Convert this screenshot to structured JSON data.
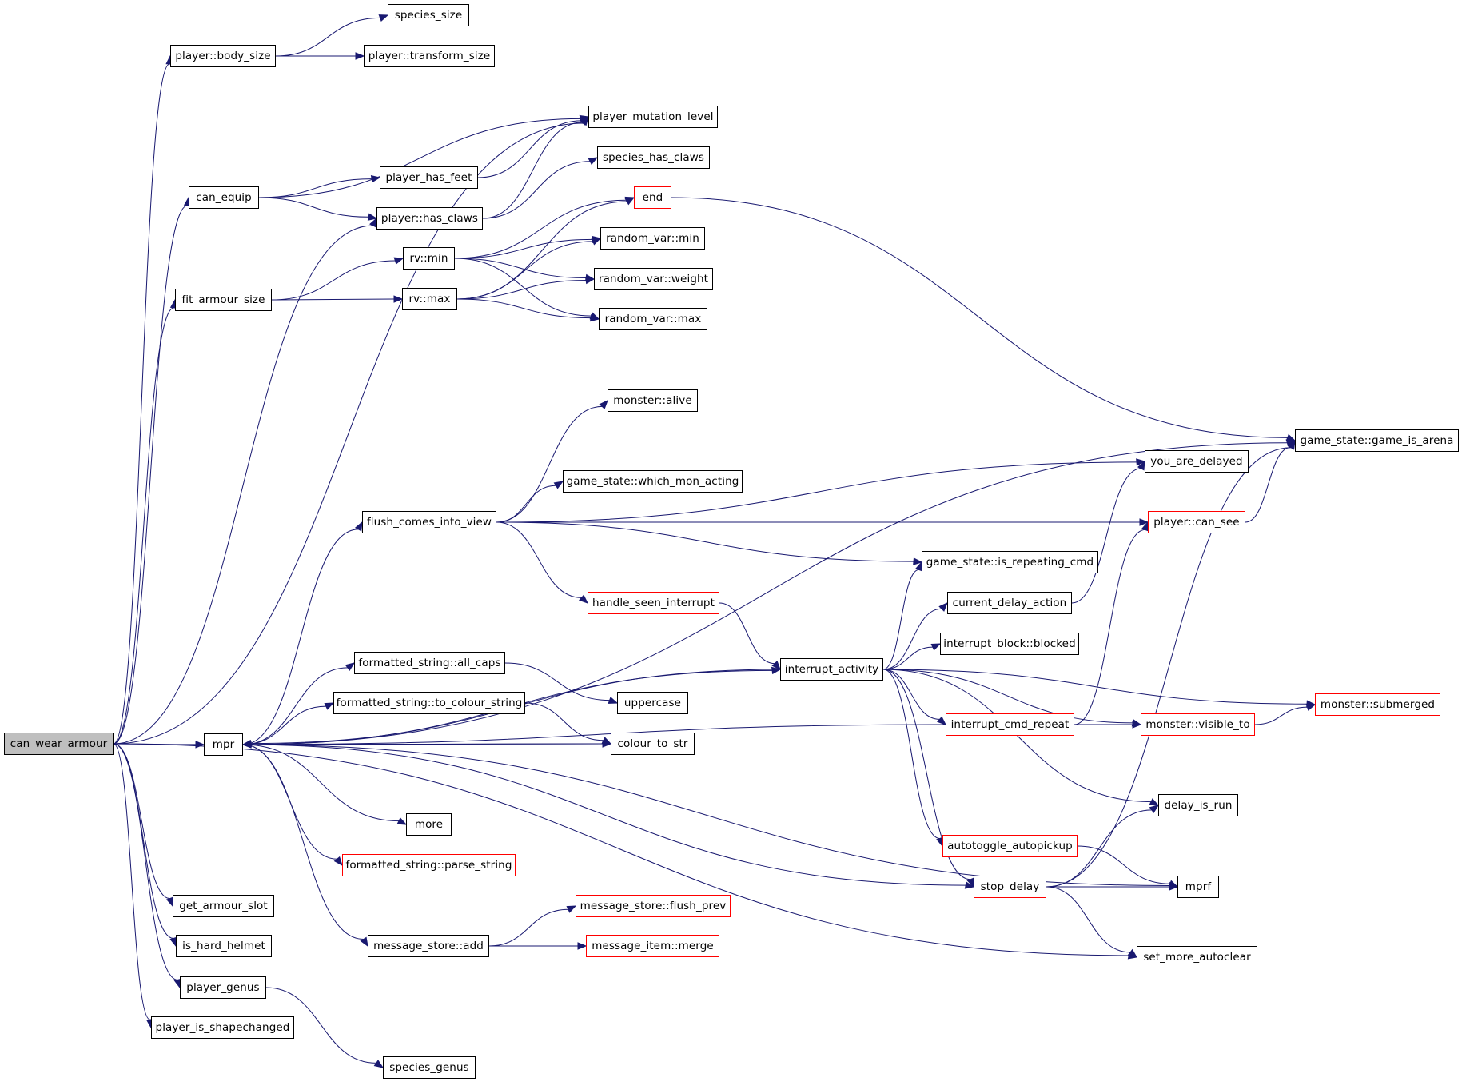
{
  "diagram": {
    "type": "call-graph",
    "root": "can_wear_armour",
    "colors": {
      "edge": "#191970",
      "node_border": "#000000",
      "truncated_border": "#ff0000",
      "root_fill": "#bfbfbf"
    },
    "nodes": [
      {
        "id": "can_wear_armour",
        "label": "can_wear_armour",
        "style": "root"
      },
      {
        "id": "species_size",
        "label": "species_size",
        "style": "normal"
      },
      {
        "id": "player_body_size",
        "label": "player::body_size",
        "style": "normal"
      },
      {
        "id": "player_transform_size",
        "label": "player::transform_size",
        "style": "normal"
      },
      {
        "id": "player_mutation_level",
        "label": "player_mutation_level",
        "style": "normal"
      },
      {
        "id": "species_has_claws",
        "label": "species_has_claws",
        "style": "normal"
      },
      {
        "id": "can_equip",
        "label": "can_equip",
        "style": "normal"
      },
      {
        "id": "player_has_feet",
        "label": "player_has_feet",
        "style": "normal"
      },
      {
        "id": "player_has_claws",
        "label": "player::has_claws",
        "style": "normal"
      },
      {
        "id": "end",
        "label": "end",
        "style": "truncated"
      },
      {
        "id": "rv_min",
        "label": "rv::min",
        "style": "normal"
      },
      {
        "id": "random_var_min",
        "label": "random_var::min",
        "style": "normal"
      },
      {
        "id": "rv_max",
        "label": "rv::max",
        "style": "normal"
      },
      {
        "id": "random_var_weight",
        "label": "random_var::weight",
        "style": "normal"
      },
      {
        "id": "random_var_max",
        "label": "random_var::max",
        "style": "normal"
      },
      {
        "id": "fit_armour_size",
        "label": "fit_armour_size",
        "style": "normal"
      },
      {
        "id": "monster_alive",
        "label": "monster::alive",
        "style": "normal"
      },
      {
        "id": "game_is_arena",
        "label": "game_state::game_is_arena",
        "style": "normal"
      },
      {
        "id": "you_are_delayed",
        "label": "you_are_delayed",
        "style": "normal"
      },
      {
        "id": "which_mon_acting",
        "label": "game_state::which_mon_acting",
        "style": "normal"
      },
      {
        "id": "flush_comes_into_view",
        "label": "flush_comes_into_view",
        "style": "normal"
      },
      {
        "id": "player_can_see",
        "label": "player::can_see",
        "style": "truncated"
      },
      {
        "id": "is_repeating_cmd",
        "label": "game_state::is_repeating_cmd",
        "style": "normal"
      },
      {
        "id": "handle_seen_interrupt",
        "label": "handle_seen_interrupt",
        "style": "truncated"
      },
      {
        "id": "current_delay_action",
        "label": "current_delay_action",
        "style": "normal"
      },
      {
        "id": "interrupt_block_blocked",
        "label": "interrupt_block::blocked",
        "style": "normal"
      },
      {
        "id": "fs_all_caps",
        "label": "formatted_string::all_caps",
        "style": "normal"
      },
      {
        "id": "interrupt_activity",
        "label": "interrupt_activity",
        "style": "normal"
      },
      {
        "id": "uppercase",
        "label": "uppercase",
        "style": "normal"
      },
      {
        "id": "fs_to_colour_string",
        "label": "formatted_string::to_colour_string",
        "style": "normal"
      },
      {
        "id": "monster_submerged",
        "label": "monster::submerged",
        "style": "truncated"
      },
      {
        "id": "interrupt_cmd_repeat",
        "label": "interrupt_cmd_repeat",
        "style": "truncated"
      },
      {
        "id": "monster_visible_to",
        "label": "monster::visible_to",
        "style": "truncated"
      },
      {
        "id": "mpr",
        "label": "mpr",
        "style": "normal"
      },
      {
        "id": "colour_to_str",
        "label": "colour_to_str",
        "style": "normal"
      },
      {
        "id": "more",
        "label": "more",
        "style": "normal"
      },
      {
        "id": "delay_is_run",
        "label": "delay_is_run",
        "style": "normal"
      },
      {
        "id": "fs_parse_string",
        "label": "formatted_string::parse_string",
        "style": "truncated"
      },
      {
        "id": "autotoggle_autopickup",
        "label": "autotoggle_autopickup",
        "style": "truncated"
      },
      {
        "id": "stop_delay",
        "label": "stop_delay",
        "style": "truncated"
      },
      {
        "id": "mprf",
        "label": "mprf",
        "style": "normal"
      },
      {
        "id": "get_armour_slot",
        "label": "get_armour_slot",
        "style": "normal"
      },
      {
        "id": "ms_flush_prev",
        "label": "message_store::flush_prev",
        "style": "truncated"
      },
      {
        "id": "is_hard_helmet",
        "label": "is_hard_helmet",
        "style": "normal"
      },
      {
        "id": "ms_add",
        "label": "message_store::add",
        "style": "normal"
      },
      {
        "id": "mi_merge",
        "label": "message_item::merge",
        "style": "truncated"
      },
      {
        "id": "set_more_autoclear",
        "label": "set_more_autoclear",
        "style": "normal"
      },
      {
        "id": "player_genus",
        "label": "player_genus",
        "style": "normal"
      },
      {
        "id": "player_is_shapechanged",
        "label": "player_is_shapechanged",
        "style": "normal"
      },
      {
        "id": "species_genus",
        "label": "species_genus",
        "style": "normal"
      }
    ],
    "edges": [
      [
        "can_wear_armour",
        "player_body_size"
      ],
      [
        "can_wear_armour",
        "player_mutation_level"
      ],
      [
        "can_wear_armour",
        "can_equip"
      ],
      [
        "can_wear_armour",
        "player_has_claws"
      ],
      [
        "can_wear_armour",
        "fit_armour_size"
      ],
      [
        "can_wear_armour",
        "mpr"
      ],
      [
        "can_wear_armour",
        "get_armour_slot"
      ],
      [
        "can_wear_armour",
        "is_hard_helmet"
      ],
      [
        "can_wear_armour",
        "player_genus"
      ],
      [
        "can_wear_armour",
        "player_is_shapechanged"
      ],
      [
        "can_wear_armour",
        "set_more_autoclear"
      ],
      [
        "player_body_size",
        "species_size"
      ],
      [
        "player_body_size",
        "player_transform_size"
      ],
      [
        "can_equip",
        "player_mutation_level"
      ],
      [
        "can_equip",
        "player_has_feet"
      ],
      [
        "can_equip",
        "player_has_claws"
      ],
      [
        "player_has_feet",
        "player_mutation_level"
      ],
      [
        "player_has_claws",
        "player_mutation_level"
      ],
      [
        "player_has_claws",
        "species_has_claws"
      ],
      [
        "fit_armour_size",
        "rv_min"
      ],
      [
        "fit_armour_size",
        "rv_max"
      ],
      [
        "rv_min",
        "end"
      ],
      [
        "rv_min",
        "random_var_min"
      ],
      [
        "rv_min",
        "random_var_weight"
      ],
      [
        "rv_min",
        "random_var_max"
      ],
      [
        "rv_max",
        "end"
      ],
      [
        "rv_max",
        "random_var_min"
      ],
      [
        "rv_max",
        "random_var_weight"
      ],
      [
        "rv_max",
        "random_var_max"
      ],
      [
        "end",
        "game_is_arena"
      ],
      [
        "mpr",
        "game_is_arena"
      ],
      [
        "mpr",
        "flush_comes_into_view"
      ],
      [
        "mpr",
        "fs_all_caps"
      ],
      [
        "mpr",
        "fs_to_colour_string"
      ],
      [
        "mpr",
        "colour_to_str"
      ],
      [
        "mpr",
        "interrupt_activity"
      ],
      [
        "mpr",
        "more"
      ],
      [
        "mpr",
        "fs_parse_string"
      ],
      [
        "mpr",
        "ms_add"
      ],
      [
        "mpr",
        "stop_delay"
      ],
      [
        "mpr",
        "mprf"
      ],
      [
        "flush_comes_into_view",
        "monster_alive"
      ],
      [
        "flush_comes_into_view",
        "you_are_delayed"
      ],
      [
        "flush_comes_into_view",
        "which_mon_acting"
      ],
      [
        "flush_comes_into_view",
        "player_can_see"
      ],
      [
        "flush_comes_into_view",
        "is_repeating_cmd"
      ],
      [
        "flush_comes_into_view",
        "handle_seen_interrupt"
      ],
      [
        "handle_seen_interrupt",
        "interrupt_activity"
      ],
      [
        "interrupt_activity",
        "mpr"
      ],
      [
        "interrupt_activity",
        "is_repeating_cmd"
      ],
      [
        "interrupt_activity",
        "current_delay_action"
      ],
      [
        "interrupt_activity",
        "interrupt_block_blocked"
      ],
      [
        "interrupt_activity",
        "monster_submerged"
      ],
      [
        "interrupt_activity",
        "interrupt_cmd_repeat"
      ],
      [
        "interrupt_activity",
        "monster_visible_to"
      ],
      [
        "interrupt_activity",
        "delay_is_run"
      ],
      [
        "interrupt_activity",
        "autotoggle_autopickup"
      ],
      [
        "interrupt_activity",
        "stop_delay"
      ],
      [
        "current_delay_action",
        "you_are_delayed"
      ],
      [
        "player_can_see",
        "game_is_arena"
      ],
      [
        "interrupt_cmd_repeat",
        "player_can_see"
      ],
      [
        "interrupt_cmd_repeat",
        "monster_visible_to"
      ],
      [
        "interrupt_cmd_repeat",
        "mpr"
      ],
      [
        "monster_visible_to",
        "monster_submerged"
      ],
      [
        "fs_all_caps",
        "uppercase"
      ],
      [
        "fs_to_colour_string",
        "colour_to_str"
      ],
      [
        "colour_to_str",
        "mpr"
      ],
      [
        "autotoggle_autopickup",
        "mprf"
      ],
      [
        "stop_delay",
        "delay_is_run"
      ],
      [
        "stop_delay",
        "game_is_arena"
      ],
      [
        "stop_delay",
        "mprf"
      ],
      [
        "stop_delay",
        "set_more_autoclear"
      ],
      [
        "ms_add",
        "ms_flush_prev"
      ],
      [
        "ms_add",
        "mi_merge"
      ],
      [
        "player_genus",
        "species_genus"
      ]
    ]
  }
}
